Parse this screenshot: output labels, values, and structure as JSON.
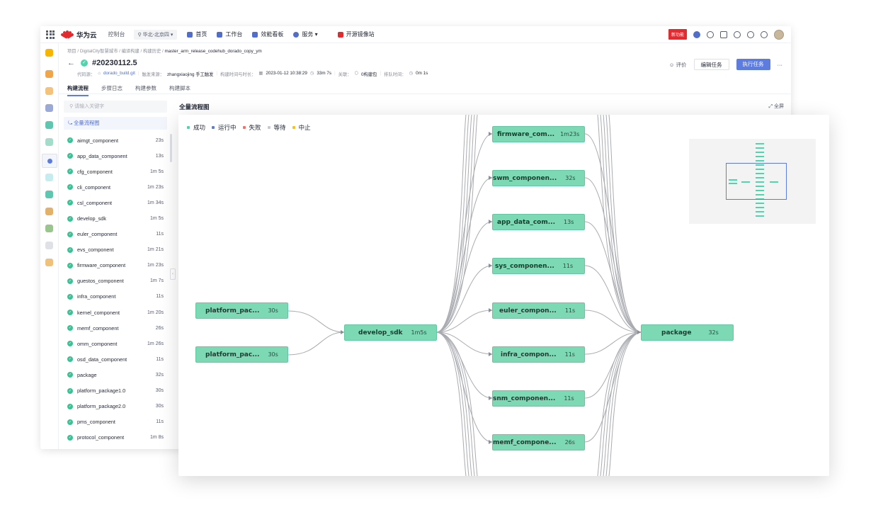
{
  "topbar": {
    "brand": "华为云",
    "console": "控制台",
    "region": "华北-北京四",
    "nav": [
      "首页",
      "工作台",
      "效能看板",
      "服务",
      "开源镜像站"
    ],
    "new_badge": "新功能"
  },
  "breadcrumb": {
    "path": "项目 / DigitalCity智慧城市 / 编译构建 / 构建历史 / ",
    "current": "master_arm_release_codehub_dorado_copy_ym"
  },
  "run": {
    "number": "#20230112.5",
    "repo_label": "代码源：",
    "repo": "dorado_build.git",
    "trigger_label": "触发来源：",
    "trigger": "zhangxiaojing 手工触发",
    "time_label": "构建时间与时长：",
    "start_time": "2023-01-12 10:38:29",
    "duration": "33m 7s",
    "link_label": "关联：",
    "link": "0构建包",
    "queue_label": "排队时间：",
    "queue": "0m 1s"
  },
  "actions": {
    "rate": "评价",
    "edit": "编辑任务",
    "execute": "执行任务",
    "more": "···"
  },
  "tabs": [
    "构建流程",
    "步骤日志",
    "构建参数",
    "构建脚本"
  ],
  "sidebar": {
    "search_placeholder": "请输入关键字",
    "full_flow": "全量流程图",
    "components": [
      {
        "name": "aimgt_component",
        "time": "23s"
      },
      {
        "name": "app_data_component",
        "time": "13s"
      },
      {
        "name": "cfg_component",
        "time": "1m 5s"
      },
      {
        "name": "cli_component",
        "time": "1m 23s"
      },
      {
        "name": "csl_component",
        "time": "1m 34s"
      },
      {
        "name": "develop_sdk",
        "time": "1m 5s"
      },
      {
        "name": "euler_component",
        "time": "11s"
      },
      {
        "name": "evs_component",
        "time": "1m 21s"
      },
      {
        "name": "firmware_component",
        "time": "1m 23s"
      },
      {
        "name": "guestos_component",
        "time": "1m 7s"
      },
      {
        "name": "infra_component",
        "time": "11s"
      },
      {
        "name": "kernel_component",
        "time": "1m 20s"
      },
      {
        "name": "memf_component",
        "time": "26s"
      },
      {
        "name": "omm_component",
        "time": "1m 26s"
      },
      {
        "name": "osd_data_component",
        "time": "11s"
      },
      {
        "name": "package",
        "time": "32s"
      },
      {
        "name": "platform_package1.0",
        "time": "30s"
      },
      {
        "name": "platform_package2.0",
        "time": "30s"
      },
      {
        "name": "pms_component",
        "time": "11s"
      },
      {
        "name": "protocol_component",
        "time": "1m 8s"
      }
    ]
  },
  "graph": {
    "title": "全量流程图",
    "fullscreen": "全屏",
    "legend": [
      {
        "label": "成功",
        "color": "#50d4ab"
      },
      {
        "label": "运行中",
        "color": "#5e7ce0"
      },
      {
        "label": "失败",
        "color": "#f66f6a"
      },
      {
        "label": "等待",
        "color": "#c7c9cf"
      },
      {
        "label": "中止",
        "color": "#fac20a"
      }
    ],
    "nodes": {
      "p1": {
        "name": "platform_pac...",
        "time": "30s"
      },
      "p2": {
        "name": "platform_pac...",
        "time": "30s"
      },
      "sdk": {
        "name": "develop_sdk",
        "time": "1m5s"
      },
      "firmware": {
        "name": "firmware_com...",
        "time": "1m23s"
      },
      "swm": {
        "name": "swm_componen...",
        "time": "32s"
      },
      "appdata": {
        "name": "app_data_com...",
        "time": "13s"
      },
      "sys": {
        "name": "sys_componen...",
        "time": "11s"
      },
      "euler": {
        "name": "euler_compon...",
        "time": "11s"
      },
      "infra": {
        "name": "infra_compon...",
        "time": "11s"
      },
      "snm": {
        "name": "snm_componen...",
        "time": "11s"
      },
      "memf": {
        "name": "memf_compone...",
        "time": "26s"
      },
      "package": {
        "name": "package",
        "time": "32s"
      }
    }
  }
}
